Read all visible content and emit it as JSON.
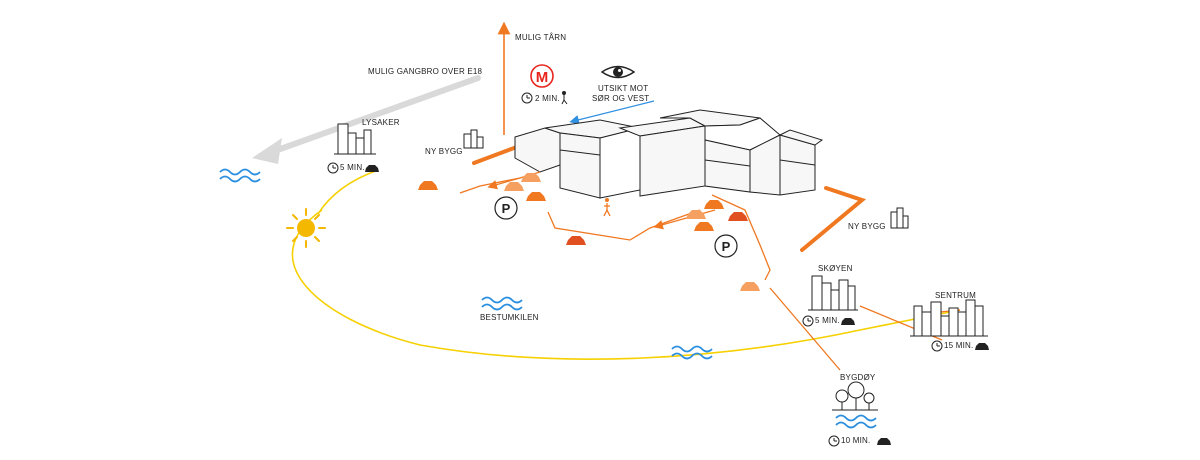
{
  "labels": {
    "mulig_tarn": "MULIG TÅRN",
    "gangbro": "MULIG  GANGBRO OVER E18",
    "metro_time": "2 MIN.",
    "utsikt_1": "UTSIKT MOT",
    "utsikt_2": "SØR OG VEST",
    "lysaker": "LYSAKER",
    "lysaker_time": "5 MIN.",
    "ny_bygg_left": "NY BYGG",
    "ny_bygg_right": "NY BYGG",
    "skoyen": "SKØYEN",
    "skoyen_time": "5 MIN.",
    "sentrum": "SENTRUM",
    "sentrum_time": "15 MIN.",
    "bestumkilen": "BESTUMKILEN",
    "bygdoy": "BYGDØY",
    "bygdoy_time": "10 MIN."
  },
  "symbols": {
    "metro": "M",
    "parking": "P"
  },
  "colors": {
    "orange": "#f07820",
    "orange_light": "#f5a060",
    "orange_dark": "#e06010",
    "car_red": "#e05020",
    "blue_water": "#2b8fe0",
    "arrow_blue": "#3090e0",
    "sun_yellow": "#f5b800",
    "arc_yellow": "#f6d000",
    "metro_red": "#e8251c",
    "gray_arrow": "#d0d0d0",
    "building": "#f7f7f7",
    "ink": "#222222"
  }
}
